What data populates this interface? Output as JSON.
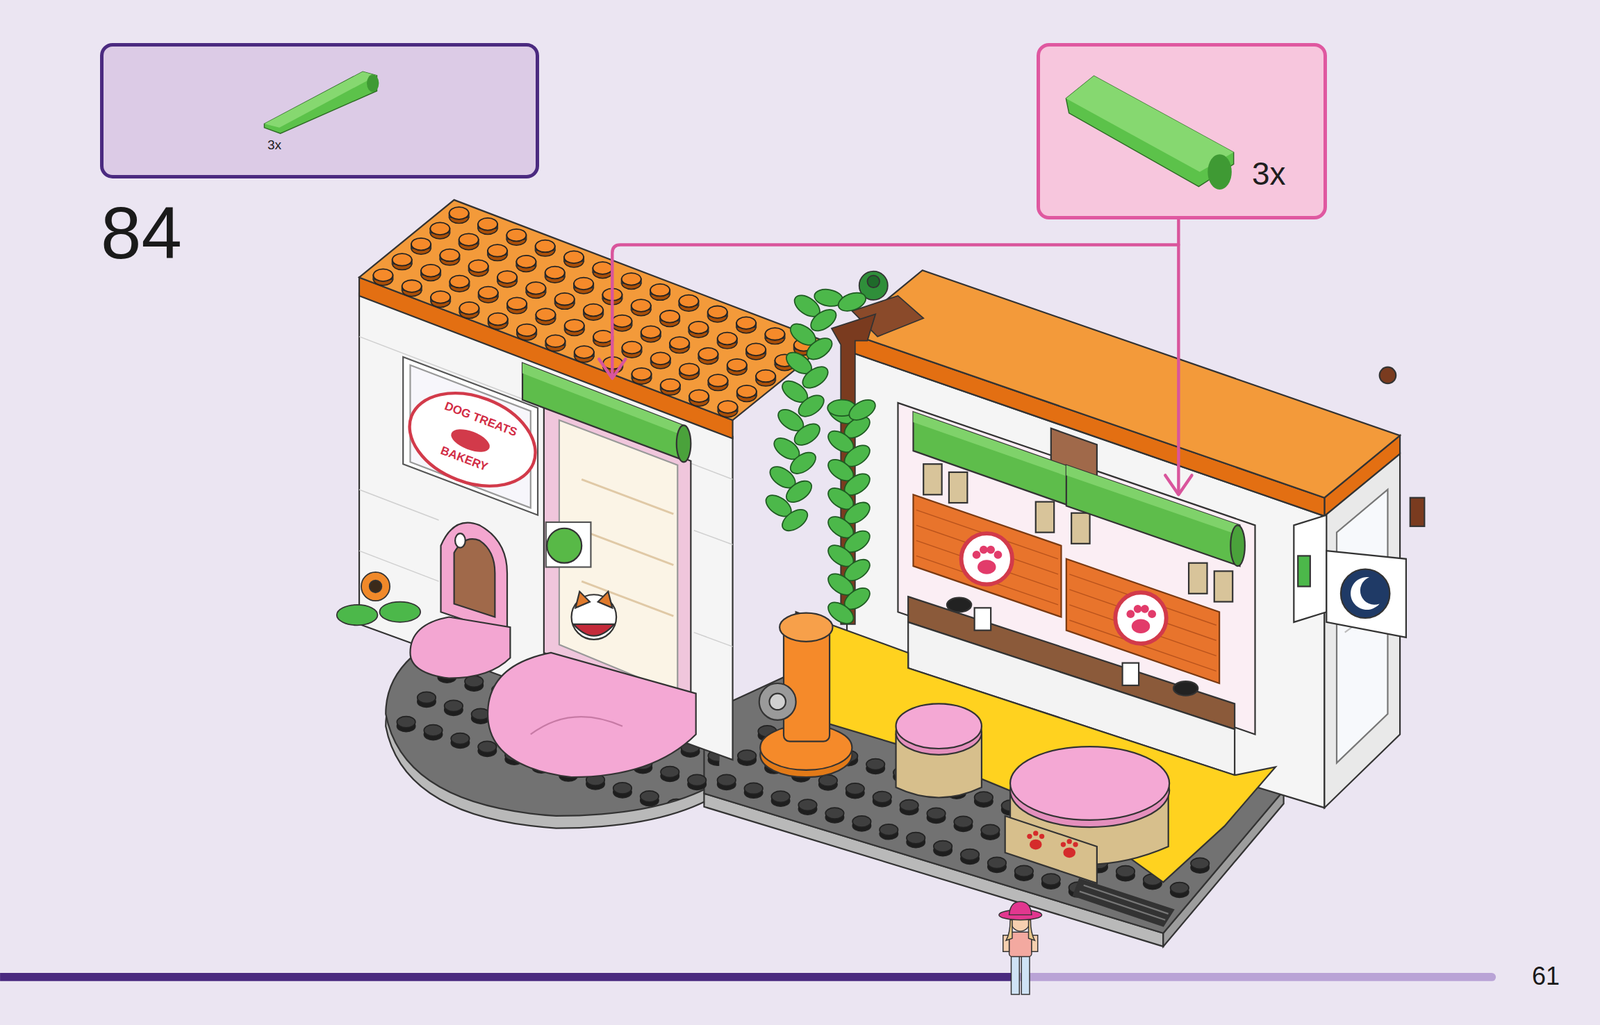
{
  "diagram": {
    "nodes": [
      {
        "text": [
          "3x"
        ]
      },
      {
        "text": [
          "3x"
        ]
      }
    ],
    "labels": [
      "84",
      "DOG TREATS",
      "BAKERY",
      "61"
    ]
  }
}
